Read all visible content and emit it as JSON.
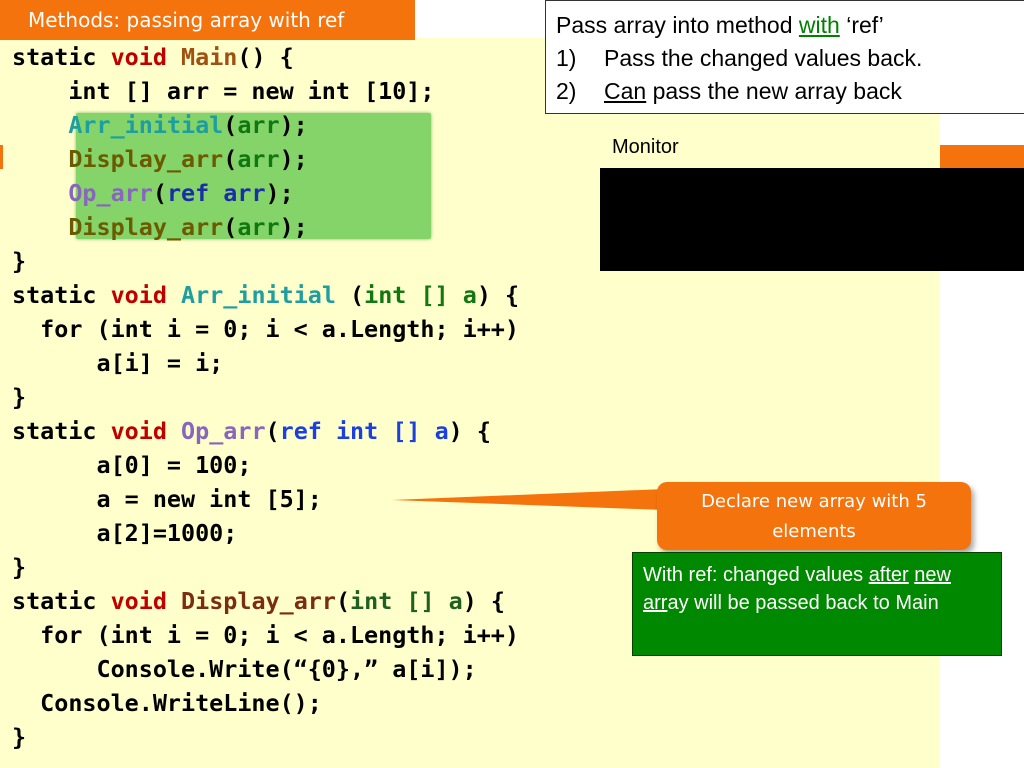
{
  "slide": {
    "title": "Methods: passing array with ref"
  },
  "info_box": {
    "line1_pre": "Pass array into method ",
    "line1_with": "with",
    "line1_post": " ‘ref’",
    "items": [
      {
        "num": "1)",
        "text": "Pass the changed values back."
      },
      {
        "num": "2)",
        "u": "Can",
        "text": " pass the new array back"
      }
    ]
  },
  "monitor": {
    "label": "Monitor"
  },
  "code": {
    "t_static": "static",
    "t_void": "void",
    "t_main": "Main",
    "t_main_tail": "() {",
    "t_int_decl": "    int [] arr = new int [10];",
    "t_arr_initial": "Arr_initial",
    "t_display_arr": "Display_arr",
    "t_op_arr": "Op_arr",
    "t_arr": "arr",
    "t_ref": "ref",
    "t_lparen": "(",
    "t_rparen_semi": ");",
    "t_close": "}",
    "t_a": "a",
    "t_int": "int",
    "t_brackets": "[]",
    "t_paren_brace": ") {",
    "t_for": "  for (int i = 0; i < a.Length; i++)",
    "t_ai_eq_i": "      a[i] = i;",
    "t_a0": "      a[0] = 100;",
    "t_new5": "      a = new int [5];",
    "t_a2": "      a[2]=1000;",
    "t_console_write": "      Console.Write(“{0},” a[i]);",
    "t_writeline": "  Console.WriteLine();"
  },
  "callout": {
    "text": "Declare new array with 5 elements"
  },
  "green_note": {
    "pre": "With ref: changed values ",
    "u1": "after",
    "u2": "new arr",
    "post": "ay will be passed back to Main"
  },
  "colors": {
    "accent_orange": "#f4730c",
    "code_background": "#ffffcc",
    "highlight_green": "#84d46a",
    "note_green": "#008800"
  }
}
